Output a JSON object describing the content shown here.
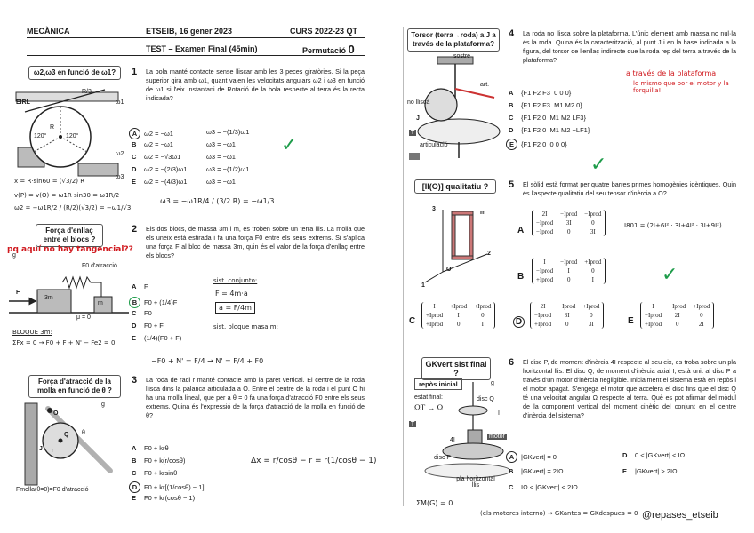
{
  "header": {
    "subject": "MECÀNICA",
    "place_date": "ETSEIB, 16 gener 2023",
    "course": "CURS 2022-23 QT",
    "test": "TEST – Examen Final (45min)",
    "perm_label": "Permutació",
    "perm_value": "0"
  },
  "q1": {
    "box": "ω2,ω3 en funció de ω1?",
    "num": "1",
    "text": "La bola manté contacte sense lliscar amb les 3 peces giratòries. Si la peça superior gira amb ω1, quant valen les velocitats angulars ω2 i ω3 en funció de ω1 si l'eix Instantani de Rotació de la bola respecte al terra és la recta indicada?",
    "labels": [
      "EIRL",
      "R/3",
      "R",
      "120°",
      "120°",
      "ω1",
      "ω2",
      "ω3"
    ],
    "options": [
      {
        "l": "A",
        "a": "ω2 = −ω1",
        "b": "ω3 = −(1/3)ω1"
      },
      {
        "l": "B",
        "a": "ω2 = −ω1",
        "b": "ω3 = −ω1"
      },
      {
        "l": "C",
        "a": "ω2 = −√3ω1",
        "b": "ω3 = −ω1"
      },
      {
        "l": "D",
        "a": "ω2 = −(2/3)ω1",
        "b": "ω3 = −(1/2)ω1"
      },
      {
        "l": "E",
        "a": "ω2 = −(4/3)ω1",
        "b": "ω3 = −ω1"
      }
    ],
    "hand": [
      "x = R·sin60 = (√3/2) R",
      "v(P) = v(O) = ω1R·sin30 = ω1R/2",
      "ω2 = −ω1R/2 / (R/2)(√3/2) = −ω1/√3",
      "ω3 = −ω1R/4 / (3/2 R) = −ω1/3"
    ]
  },
  "q2": {
    "box1": "Força d'enllaç entre el blocs ?",
    "box_red": "pq aquí no hay tangencial??",
    "num": "2",
    "text": "Els dos blocs, de massa 3m i m, es troben sobre un terra llis. La molla que els uneix està estirada i fa una força F0 entre els seus extrems. Si s'aplica una força F al bloc de massa 3m, quin és el valor de la força d'enllaç entre els blocs?",
    "labels": [
      "g",
      "F0 d'atracció",
      "F",
      "3m",
      "m",
      "μ = 0"
    ],
    "options": [
      {
        "l": "A",
        "a": "F"
      },
      {
        "l": "B",
        "a": "F0 + (1/4)F"
      },
      {
        "l": "C",
        "a": "F0"
      },
      {
        "l": "D",
        "a": "F0 + F"
      },
      {
        "l": "E",
        "a": "(1/4)(F0 + F)"
      }
    ],
    "hand": [
      "sist. conjunto:",
      "F = 4m·a",
      "a = F/4m",
      "sist. bloque masa m:",
      "ΣFx = 0 → F0 + F + N' − Fe2 = 0",
      "−F0 + N' = F/4 → N' = F/4 + F0",
      "BLOQUE 3m:"
    ]
  },
  "q3": {
    "box": "Força d'atracció de la molla en funció de θ ?",
    "num": "3",
    "text": "La roda de radi r manté contacte amb la paret vertical. El centre de la roda llisca dins la palanca articulada a O. Entre el centre de la roda i el punt O hi ha una molla lineal, que per a θ = 0 fa una força d'atracció F0 entre els seus extrems. Quina és l'expressió de la força d'atracció de la molla en funció de θ?",
    "labels": [
      "g",
      "O",
      "Q",
      "θ",
      "r",
      "J",
      "Fmolla(θ=0)=F0 d'atracció"
    ],
    "options": [
      {
        "l": "A",
        "a": "F0 + krθ"
      },
      {
        "l": "B",
        "a": "F0 + k(r/cosθ)"
      },
      {
        "l": "C",
        "a": "F0 + krsinθ"
      },
      {
        "l": "D",
        "a": "F0 + kr[(1/cosθ) − 1]"
      },
      {
        "l": "E",
        "a": "F0 + kr(cosθ − 1)"
      }
    ],
    "hand": "Δx = r/cosθ − r = r(1/cosθ − 1)"
  },
  "q4": {
    "box": "Torsor (terra→roda) a J a través de la plataforma?",
    "num": "4",
    "text": "La roda no llisca sobre la plataforma. L'únic element amb massa no nul·la és la roda. Quina és la caracterització, al punt J i en la base indicada a la figura, del torsor de l'enllaç indirecte que la roda rep del terra a través de la plataforma?",
    "labels": [
      "sostre",
      "art.",
      "no lliscà",
      "articulació",
      "J",
      "T"
    ],
    "options": [
      {
        "l": "A",
        "a": "{F1 F2 F3",
        "b": "0 0 0}"
      },
      {
        "l": "B",
        "a": "{F1 F2 F3",
        "b": "M1 M2 0}"
      },
      {
        "l": "C",
        "a": "{F1 F2 0",
        "b": "M1 M2 LF3}"
      },
      {
        "l": "D",
        "a": "{F1 F2 0",
        "b": "M1 M2 −LF1}"
      },
      {
        "l": "E",
        "a": "{F1 F2 0",
        "b": "0 0 0}"
      }
    ],
    "hand": [
      "a través de la plataforma",
      "lo mismo que por el motor y la forquilla!!"
    ]
  },
  "q5": {
    "box": "[II(O)] qualitatiu ?",
    "num": "5",
    "text": "El sòlid està format per quatre barres primes homogènies idèntiques. Quin és l'aspecte qualitatiu del seu tensor d'inèrcia a O?",
    "labels": [
      "3",
      "2",
      "1",
      "O",
      "m"
    ],
    "matrices": {
      "A": [
        [
          "2I",
          "−Iprod",
          "−Iprod"
        ],
        [
          "−Iprod",
          "3I",
          "0"
        ],
        [
          "−Iprod",
          "0",
          "3I"
        ]
      ],
      "B": [
        [
          "I",
          "−Iprod",
          "+Iprod"
        ],
        [
          "−Iprod",
          "I",
          "0"
        ],
        [
          "+Iprod",
          "0",
          "I"
        ]
      ],
      "C": [
        [
          "I",
          "+Iprod",
          "+Iprod"
        ],
        [
          "+Iprod",
          "I",
          "0"
        ],
        [
          "+Iprod",
          "0",
          "I"
        ]
      ],
      "D": [
        [
          "2I",
          "−Iprod",
          "+Iprod"
        ],
        [
          "−Iprod",
          "3I",
          "0"
        ],
        [
          "+Iprod",
          "0",
          "3I"
        ]
      ],
      "E": [
        [
          "I",
          "−Iprod",
          "+Iprod"
        ],
        [
          "−Iprod",
          "2I",
          "0"
        ],
        [
          "+Iprod",
          "0",
          "2I"
        ]
      ]
    },
    "hand": "I801 = (2I+6I² · 3I+4I² · 3I+9I²)"
  },
  "q6": {
    "box": "GKvert sist final ?",
    "repos": "repòs inicial",
    "estat_final": "estat final:",
    "omega": "ΩT → Ω",
    "num": "6",
    "text": "El disc P, de moment d'inèrcia 4I respecte al seu eix, es troba sobre un pla horitzontal llis. El disc Q, de moment d'inèrcia axial I, està unit al disc P a través d'un motor d'inèrcia negligible. Inicialment el sistema està en repòs i el motor apagat. S'engega el motor que accelera el disc fins que el disc Q té una velocitat angular Ω respecte al terra. Què es pot afirmar del mòdul de la component vertical del moment cinètic del conjunt en el centre d'inèrcia del sistema?",
    "labels": [
      "disc Q",
      "4I",
      "motor",
      "disc P",
      "pla horitzontal llis",
      "g",
      "I",
      "T"
    ],
    "options": [
      {
        "l": "A",
        "a": "|GKvert| = 0"
      },
      {
        "l": "B",
        "a": "|GKvert| = 2IΩ"
      },
      {
        "l": "C",
        "a": "IΩ < |GKvert| < 2IΩ"
      },
      {
        "l": "D",
        "a": "0 < |GKvert| < IΩ"
      },
      {
        "l": "E",
        "a": "|GKvert| > 2IΩ"
      }
    ],
    "hand": [
      "ΣM(G) = 0",
      "(els motores interno) → GKantes = GKdespues = 0"
    ]
  },
  "footer": "@repases_etseib"
}
